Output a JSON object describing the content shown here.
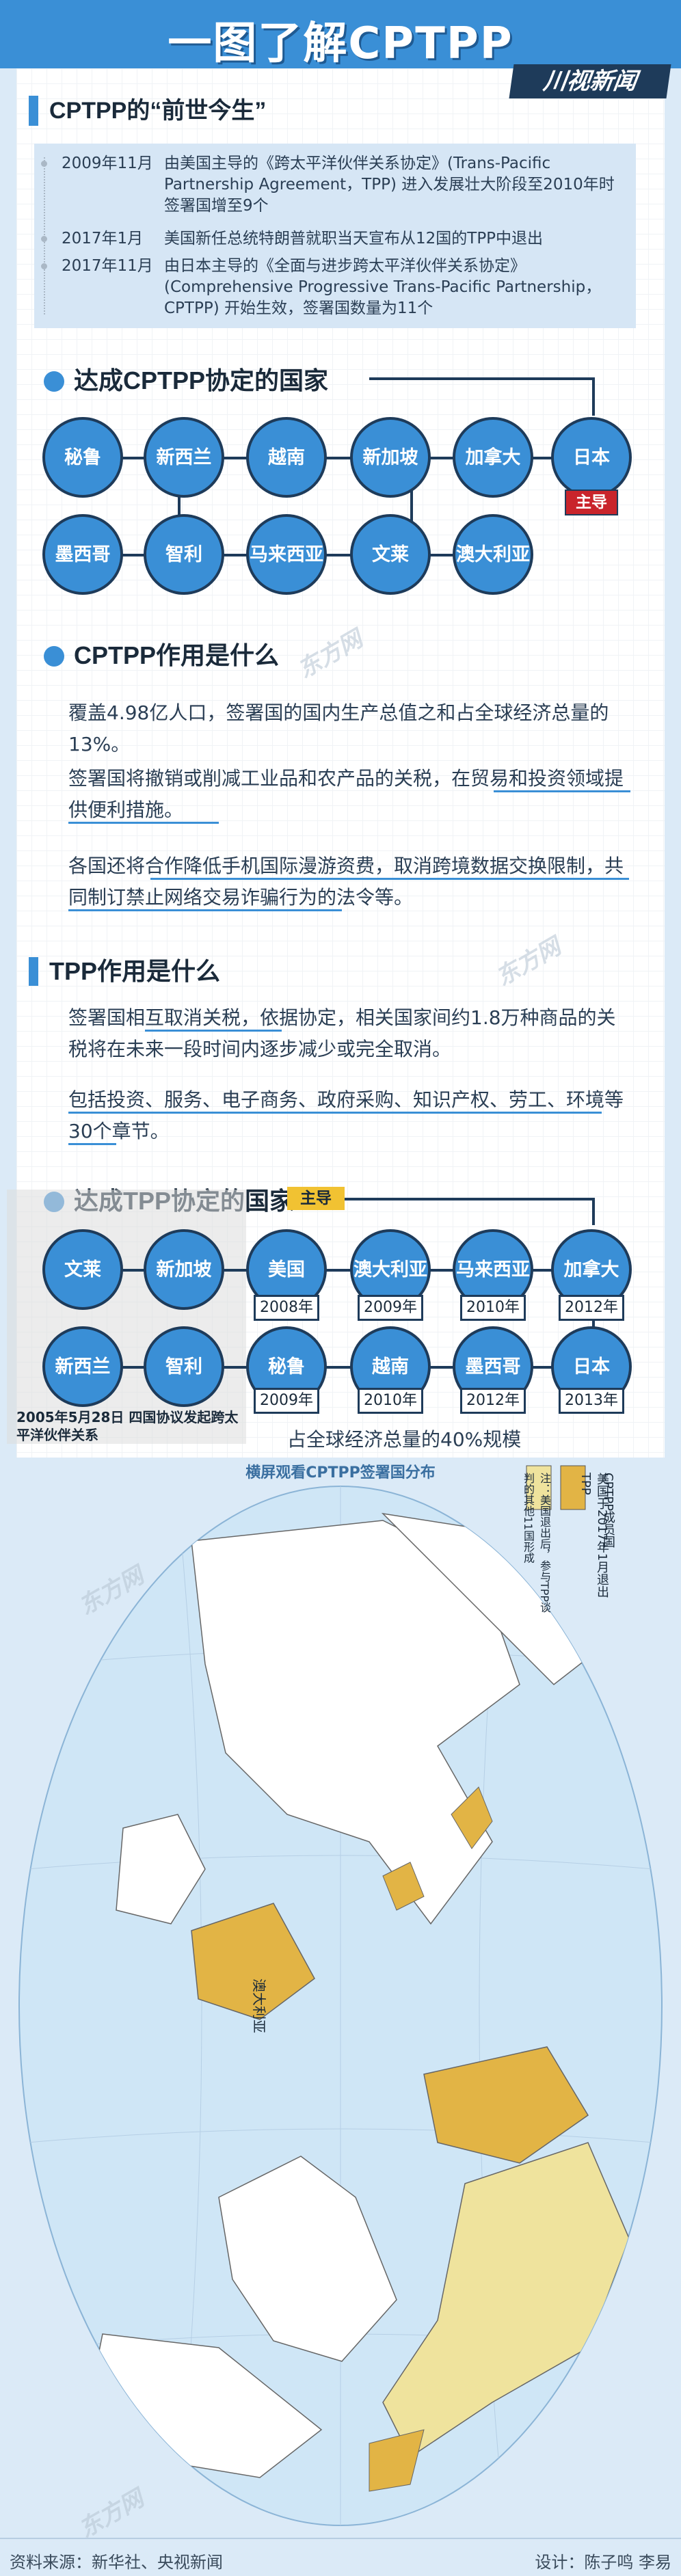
{
  "header": {
    "title": "一图了解CPTPP",
    "logo": "川视新闻"
  },
  "section1": {
    "heading": "CPTPP的“前世今生”",
    "timeline": [
      {
        "date": "2009年11月",
        "text": "由美国主导的《跨太平洋伙伴关系协定》(Trans-Pacific Partnership Agreement，TPP) 进入发展壮大阶段至2010年时签署国增至9个"
      },
      {
        "date": "2017年1月",
        "text": "美国新任总统特朗普就职当天宣布从12国的TPP中退出"
      },
      {
        "date": "2017年11月",
        "text": "由日本主导的《全面与进步跨太平洋伙伴关系协定》(Comprehensive Progressive Trans-Pacific Partnership，CPTPP) 开始生效，签署国数量为11个"
      }
    ]
  },
  "section2": {
    "heading": "达成CPTPP协定的国家",
    "countries": [
      "秘鲁",
      "新西兰",
      "越南",
      "新加坡",
      "加拿大",
      "日本",
      "墨西哥",
      "智利",
      "马来西亚",
      "文莱",
      "澳大利亚"
    ],
    "leader_tag": "主导"
  },
  "section3": {
    "heading": "CPTPP作用是什么",
    "paragraphs": [
      "覆盖4.98亿人口，签署国的国内生产总值之和占全球经济总量的13%。",
      "签署国将撤销或削减工业品和农产品的关税，在贸易和投资领域提供便利措施。",
      "各国还将合作降低手机国际漫游资费，取消跨境数据交换限制，共同制订禁止网络交易诈骗行为的法令等。"
    ]
  },
  "section4": {
    "heading": "TPP作用是什么",
    "paragraphs": [
      "签署国相互取消关税，依据协定，相关国家间约1.8万种商品的关税将在未来一段时间内逐步减少或完全取消。",
      "包括投资、服务、电子商务、政府采购、知识产权、劳工、环境等30个章节。"
    ]
  },
  "section5": {
    "heading": "达成TPP协定的国家",
    "leader_tag": "主导",
    "row1": [
      {
        "name": "文莱",
        "year": ""
      },
      {
        "name": "新加坡",
        "year": ""
      },
      {
        "name": "美国",
        "year": "2008年"
      },
      {
        "name": "澳大利亚",
        "year": "2009年"
      },
      {
        "name": "马来西亚",
        "year": "2010年"
      },
      {
        "name": "加拿大",
        "year": "2012年"
      }
    ],
    "row2": [
      {
        "name": "新西兰",
        "year": ""
      },
      {
        "name": "智利",
        "year": ""
      },
      {
        "name": "秘鲁",
        "year": "2009年"
      },
      {
        "name": "越南",
        "year": "2010年"
      },
      {
        "name": "墨西哥",
        "year": "2012年"
      },
      {
        "name": "日本",
        "year": "2013年"
      }
    ],
    "founding_note": "2005年5月28日 四国协议发起跨太平洋伙伴关系",
    "share_note": "占全球经济总量的40%规模"
  },
  "map": {
    "caption": "横屏观看CPTPP签署国分布",
    "legend_cptpp": "CPTPP成员国",
    "legend_us": "美国于2017年1月退出TPP",
    "note": "注：美国退出后，参与TPP谈判的其他11国形成",
    "australia_label": "澳大利亚",
    "colors": {
      "cptpp": "#e2b445",
      "us": "#efe39d",
      "ocean": "#cfe6f6",
      "land": "#ffffff"
    }
  },
  "watermark": "东方网",
  "footer": {
    "source": "资料来源：新华社、央视新闻",
    "design": "设计：陈子鸣 李易"
  }
}
